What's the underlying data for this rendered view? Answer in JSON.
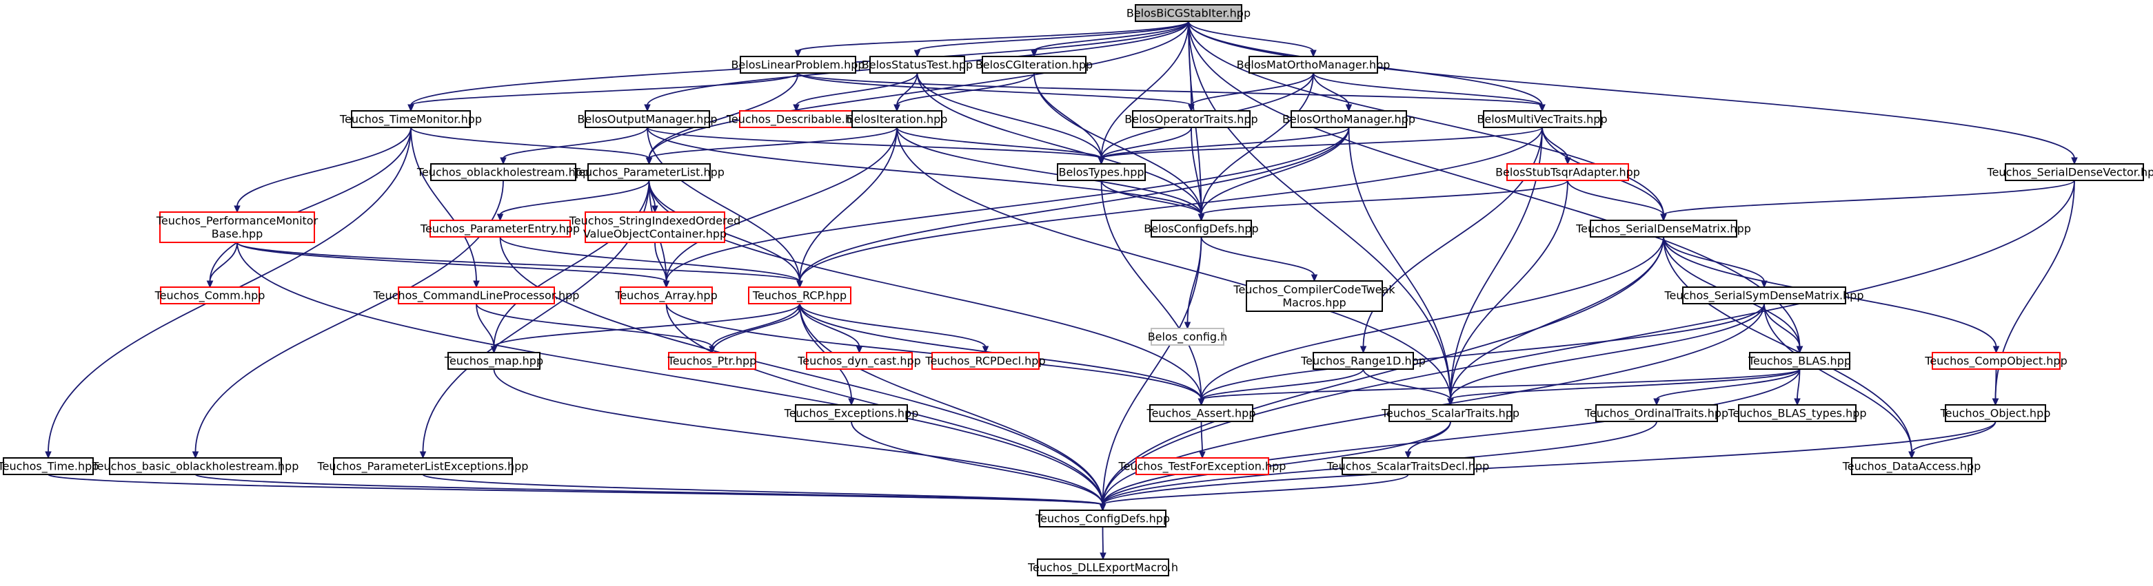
{
  "diagram": {
    "type": "include-dependency-graph",
    "colors": {
      "edge": "#191970",
      "root_fill": "#bfbfbf",
      "normal_border": "#000000",
      "undocumented_border": "#ff0000",
      "external_border": "#bfbfbf"
    },
    "nodes": [
      {
        "id": "n0",
        "label": "BelosBiCGStabIter.hpp",
        "style": "root"
      },
      {
        "id": "n1",
        "label": "BelosLinearProblem.hpp",
        "style": "normal"
      },
      {
        "id": "n2",
        "label": "BelosStatusTest.hpp",
        "style": "normal"
      },
      {
        "id": "n3",
        "label": "BelosCGIteration.hpp",
        "style": "normal"
      },
      {
        "id": "n4",
        "label": "BelosMatOrthoManager.hpp",
        "style": "normal"
      },
      {
        "id": "n5",
        "label": "Teuchos_TimeMonitor.hpp",
        "style": "normal"
      },
      {
        "id": "n6",
        "label": "BelosOutputManager.hpp",
        "style": "normal"
      },
      {
        "id": "n7",
        "label": "Teuchos_Describable.hpp",
        "style": "red"
      },
      {
        "id": "n8",
        "label": "BelosIteration.hpp",
        "style": "normal"
      },
      {
        "id": "n9",
        "label": "BelosOperatorTraits.hpp",
        "style": "normal"
      },
      {
        "id": "n10",
        "label": "BelosOrthoManager.hpp",
        "style": "normal"
      },
      {
        "id": "n11",
        "label": "BelosMultiVecTraits.hpp",
        "style": "normal"
      },
      {
        "id": "n12",
        "label": "Teuchos_SerialDenseVector.hpp",
        "style": "normal"
      },
      {
        "id": "n13",
        "label": "Teuchos_oblackholestream.hpp",
        "style": "normal"
      },
      {
        "id": "n14",
        "label": "Teuchos_ParameterList.hpp",
        "style": "normal"
      },
      {
        "id": "n15",
        "label": "BelosTypes.hpp",
        "style": "normal"
      },
      {
        "id": "n16",
        "label": "BelosStubTsqrAdapter.hpp",
        "style": "red"
      },
      {
        "id": "n17",
        "label": [
          "Teuchos_PerformanceMonitor",
          "Base.hpp"
        ],
        "style": "red"
      },
      {
        "id": "n18",
        "label": "Teuchos_ParameterEntry.hpp",
        "style": "red"
      },
      {
        "id": "n19",
        "label": [
          "Teuchos_StringIndexedOrdered",
          "ValueObjectContainer.hpp"
        ],
        "style": "red"
      },
      {
        "id": "n20",
        "label": "BelosConfigDefs.hpp",
        "style": "normal"
      },
      {
        "id": "n21",
        "label": "Teuchos_SerialDenseMatrix.hpp",
        "style": "normal"
      },
      {
        "id": "n22",
        "label": "Teuchos_Comm.hpp",
        "style": "red"
      },
      {
        "id": "n23",
        "label": "Teuchos_CommandLineProcessor.hpp",
        "style": "red"
      },
      {
        "id": "n24",
        "label": "Teuchos_Array.hpp",
        "style": "red"
      },
      {
        "id": "n25",
        "label": "Teuchos_RCP.hpp",
        "style": "red"
      },
      {
        "id": "n26",
        "label": "Belos_config.h",
        "style": "grey"
      },
      {
        "id": "n27",
        "label": [
          "Teuchos_CompilerCodeTweak",
          "Macros.hpp"
        ],
        "style": "normal"
      },
      {
        "id": "n28",
        "label": "Teuchos_SerialSymDenseMatrix.hpp",
        "style": "normal"
      },
      {
        "id": "n29",
        "label": "Teuchos_map.hpp",
        "style": "normal"
      },
      {
        "id": "n30",
        "label": "Teuchos_Ptr.hpp",
        "style": "red"
      },
      {
        "id": "n31",
        "label": "Teuchos_dyn_cast.hpp",
        "style": "red"
      },
      {
        "id": "n32",
        "label": "Teuchos_RCPDecl.hpp",
        "style": "red"
      },
      {
        "id": "n33",
        "label": "Teuchos_Range1D.hpp",
        "style": "normal"
      },
      {
        "id": "n34",
        "label": "Teuchos_BLAS.hpp",
        "style": "normal"
      },
      {
        "id": "n35",
        "label": "Teuchos_CompObject.hpp",
        "style": "red"
      },
      {
        "id": "n36",
        "label": "Teuchos_Exceptions.hpp",
        "style": "normal"
      },
      {
        "id": "n37",
        "label": "Teuchos_Assert.hpp",
        "style": "normal"
      },
      {
        "id": "n38",
        "label": "Teuchos_ScalarTraits.hpp",
        "style": "normal"
      },
      {
        "id": "n39",
        "label": "Teuchos_OrdinalTraits.hpp",
        "style": "normal"
      },
      {
        "id": "n40",
        "label": "Teuchos_BLAS_types.hpp",
        "style": "normal"
      },
      {
        "id": "n41",
        "label": "Teuchos_Object.hpp",
        "style": "normal"
      },
      {
        "id": "n42",
        "label": "Teuchos_Time.hpp",
        "style": "normal"
      },
      {
        "id": "n43",
        "label": "Teuchos_basic_oblackholestream.hpp",
        "style": "normal"
      },
      {
        "id": "n44",
        "label": "Teuchos_ParameterListExceptions.hpp",
        "style": "normal"
      },
      {
        "id": "n45",
        "label": "Teuchos_TestForException.hpp",
        "style": "red"
      },
      {
        "id": "n46",
        "label": "Teuchos_ScalarTraitsDecl.hpp",
        "style": "normal"
      },
      {
        "id": "n47",
        "label": "Teuchos_DataAccess.hpp",
        "style": "normal"
      },
      {
        "id": "n48",
        "label": "Teuchos_ConfigDefs.hpp",
        "style": "normal"
      },
      {
        "id": "n49",
        "label": "Teuchos_DLLExportMacro.h",
        "style": "normal"
      }
    ],
    "edges": [
      [
        "n0",
        "n1"
      ],
      [
        "n0",
        "n2"
      ],
      [
        "n0",
        "n3"
      ],
      [
        "n0",
        "n4"
      ],
      [
        "n0",
        "n5"
      ],
      [
        "n0",
        "n6"
      ],
      [
        "n0",
        "n9"
      ],
      [
        "n0",
        "n11"
      ],
      [
        "n0",
        "n12"
      ],
      [
        "n0",
        "n14"
      ],
      [
        "n0",
        "n15"
      ],
      [
        "n0",
        "n20"
      ],
      [
        "n0",
        "n21"
      ],
      [
        "n0",
        "n38"
      ],
      [
        "n0",
        "n34"
      ],
      [
        "n1",
        "n5"
      ],
      [
        "n1",
        "n9"
      ],
      [
        "n1",
        "n11"
      ],
      [
        "n1",
        "n14"
      ],
      [
        "n2",
        "n7"
      ],
      [
        "n2",
        "n8"
      ],
      [
        "n2",
        "n15"
      ],
      [
        "n2",
        "n20"
      ],
      [
        "n3",
        "n8"
      ],
      [
        "n3",
        "n15"
      ],
      [
        "n3",
        "n20"
      ],
      [
        "n4",
        "n9"
      ],
      [
        "n4",
        "n10"
      ],
      [
        "n4",
        "n11"
      ],
      [
        "n4",
        "n15"
      ],
      [
        "n4",
        "n20"
      ],
      [
        "n5",
        "n14"
      ],
      [
        "n5",
        "n17"
      ],
      [
        "n5",
        "n22"
      ],
      [
        "n5",
        "n23"
      ],
      [
        "n5",
        "n42"
      ],
      [
        "n6",
        "n13"
      ],
      [
        "n6",
        "n15"
      ],
      [
        "n6",
        "n20"
      ],
      [
        "n6",
        "n25"
      ],
      [
        "n8",
        "n14"
      ],
      [
        "n8",
        "n15"
      ],
      [
        "n8",
        "n20"
      ],
      [
        "n8",
        "n24"
      ],
      [
        "n8",
        "n25"
      ],
      [
        "n8",
        "n38"
      ],
      [
        "n9",
        "n15"
      ],
      [
        "n9",
        "n20"
      ],
      [
        "n10",
        "n15"
      ],
      [
        "n10",
        "n20"
      ],
      [
        "n10",
        "n24"
      ],
      [
        "n10",
        "n25"
      ],
      [
        "n10",
        "n38"
      ],
      [
        "n11",
        "n15"
      ],
      [
        "n11",
        "n16"
      ],
      [
        "n11",
        "n21"
      ],
      [
        "n11",
        "n25"
      ],
      [
        "n11",
        "n33"
      ],
      [
        "n11",
        "n38"
      ],
      [
        "n12",
        "n21"
      ],
      [
        "n12",
        "n41"
      ],
      [
        "n12",
        "n48"
      ],
      [
        "n13",
        "n43"
      ],
      [
        "n14",
        "n18"
      ],
      [
        "n14",
        "n19"
      ],
      [
        "n14",
        "n24"
      ],
      [
        "n14",
        "n25"
      ],
      [
        "n14",
        "n29"
      ],
      [
        "n14",
        "n37"
      ],
      [
        "n14",
        "n44"
      ],
      [
        "n15",
        "n20"
      ],
      [
        "n15",
        "n37"
      ],
      [
        "n16",
        "n20"
      ],
      [
        "n16",
        "n21"
      ],
      [
        "n16",
        "n38"
      ],
      [
        "n17",
        "n22"
      ],
      [
        "n17",
        "n24"
      ],
      [
        "n17",
        "n25"
      ],
      [
        "n17",
        "n48"
      ],
      [
        "n18",
        "n25"
      ],
      [
        "n18",
        "n48"
      ],
      [
        "n19",
        "n24"
      ],
      [
        "n20",
        "n26"
      ],
      [
        "n20",
        "n27"
      ],
      [
        "n20",
        "n48"
      ],
      [
        "n21",
        "n28"
      ],
      [
        "n21",
        "n34"
      ],
      [
        "n21",
        "n35"
      ],
      [
        "n21",
        "n37"
      ],
      [
        "n21",
        "n38"
      ],
      [
        "n21",
        "n47"
      ],
      [
        "n21",
        "n48"
      ],
      [
        "n23",
        "n29"
      ],
      [
        "n23",
        "n30"
      ],
      [
        "n24",
        "n37"
      ],
      [
        "n24",
        "n48"
      ],
      [
        "n25",
        "n29"
      ],
      [
        "n25",
        "n30"
      ],
      [
        "n25",
        "n31"
      ],
      [
        "n25",
        "n32"
      ],
      [
        "n25",
        "n36"
      ],
      [
        "n25",
        "n37"
      ],
      [
        "n25",
        "n48"
      ],
      [
        "n28",
        "n34"
      ],
      [
        "n28",
        "n37"
      ],
      [
        "n28",
        "n38"
      ],
      [
        "n28",
        "n47"
      ],
      [
        "n28",
        "n48"
      ],
      [
        "n29",
        "n48"
      ],
      [
        "n30",
        "n25"
      ],
      [
        "n33",
        "n37"
      ],
      [
        "n33",
        "n38"
      ],
      [
        "n34",
        "n37"
      ],
      [
        "n34",
        "n38"
      ],
      [
        "n34",
        "n39"
      ],
      [
        "n34",
        "n40"
      ],
      [
        "n34",
        "n48"
      ],
      [
        "n35",
        "n41"
      ],
      [
        "n36",
        "n48"
      ],
      [
        "n37",
        "n45"
      ],
      [
        "n38",
        "n46"
      ],
      [
        "n38",
        "n48"
      ],
      [
        "n39",
        "n48"
      ],
      [
        "n41",
        "n47"
      ],
      [
        "n41",
        "n48"
      ],
      [
        "n42",
        "n48"
      ],
      [
        "n43",
        "n48"
      ],
      [
        "n44",
        "n48"
      ],
      [
        "n46",
        "n48"
      ],
      [
        "n48",
        "n49"
      ]
    ]
  }
}
